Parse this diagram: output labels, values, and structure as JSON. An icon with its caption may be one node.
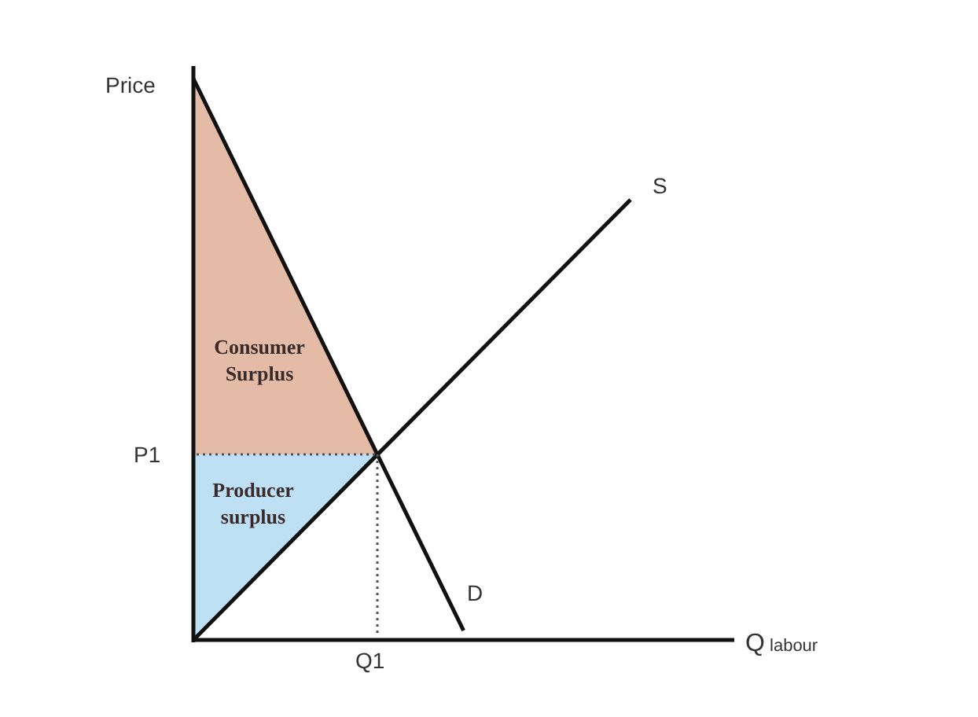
{
  "diagram": {
    "nodes": [
      {
        "text": [
          "Consumer Surplus"
        ]
      },
      {
        "text": [
          "Producer surplus"
        ]
      }
    ],
    "labels": [
      "Price",
      "S",
      "P1",
      "D",
      "Q1",
      "Q labour"
    ]
  }
}
